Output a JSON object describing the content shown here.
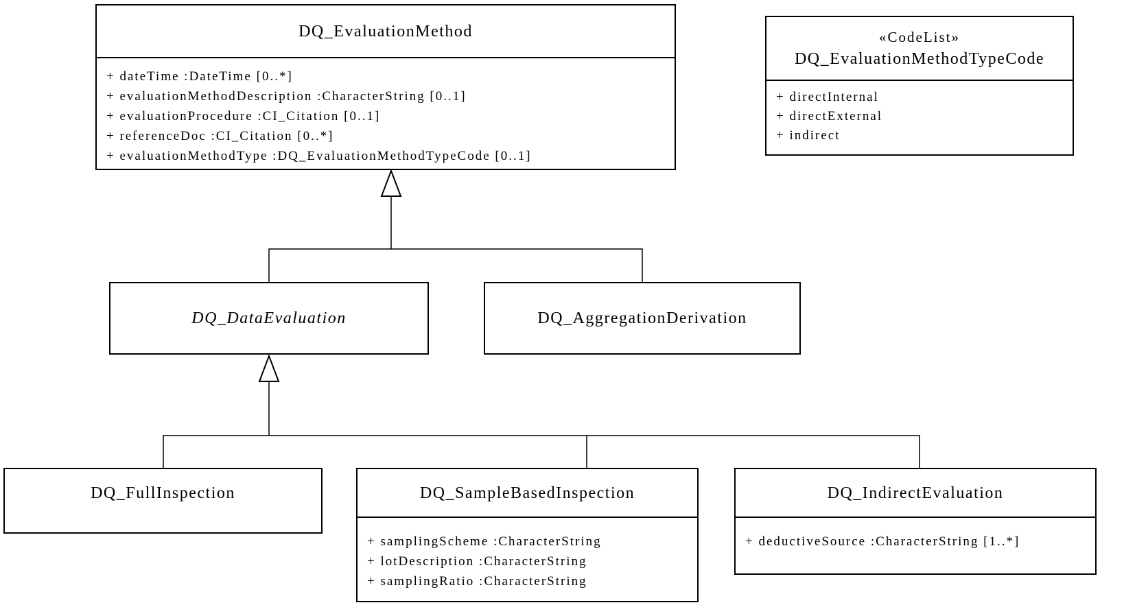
{
  "colors": {
    "line": "#000000",
    "background": "#ffffff",
    "box_fill": "#ffffff",
    "text": "#000000"
  },
  "classes": [
    {
      "name": "DQ_EvaluationMethod",
      "abstract": false,
      "attributes": [
        "+ dateTime :DateTime [0..*]",
        "+ evaluationMethodDescription :CharacterString [0..1]",
        "+ evaluationProcedure :CI_Citation [0..1]",
        "+ referenceDoc :CI_Citation [0..*]",
        "+ evaluationMethodType :DQ_EvaluationMethodTypeCode [0..1]"
      ]
    },
    {
      "stereotype": "«CodeList»",
      "name": "DQ_EvaluationMethodTypeCode",
      "abstract": false,
      "attributes": [
        "+ directInternal",
        "+ directExternal",
        "+ indirect"
      ]
    },
    {
      "name": "DQ_DataEvaluation",
      "abstract": true,
      "attributes": []
    },
    {
      "name": "DQ_AggregationDerivation",
      "abstract": false,
      "attributes": []
    },
    {
      "name": "DQ_FullInspection",
      "abstract": false,
      "attributes": []
    },
    {
      "name": "DQ_SampleBasedInspection",
      "abstract": false,
      "attributes": [
        "+ samplingScheme :CharacterString",
        "+ lotDescription :CharacterString",
        "+ samplingRatio :CharacterString"
      ]
    },
    {
      "name": "DQ_IndirectEvaluation",
      "abstract": false,
      "attributes": [
        "+ deductiveSource :CharacterString [1..*]"
      ]
    }
  ],
  "relationships": [
    {
      "type": "generalization",
      "parent": "DQ_EvaluationMethod",
      "children": [
        "DQ_DataEvaluation",
        "DQ_AggregationDerivation"
      ]
    },
    {
      "type": "generalization",
      "parent": "DQ_DataEvaluation",
      "children": [
        "DQ_FullInspection",
        "DQ_SampleBasedInspection",
        "DQ_IndirectEvaluation"
      ]
    }
  ]
}
